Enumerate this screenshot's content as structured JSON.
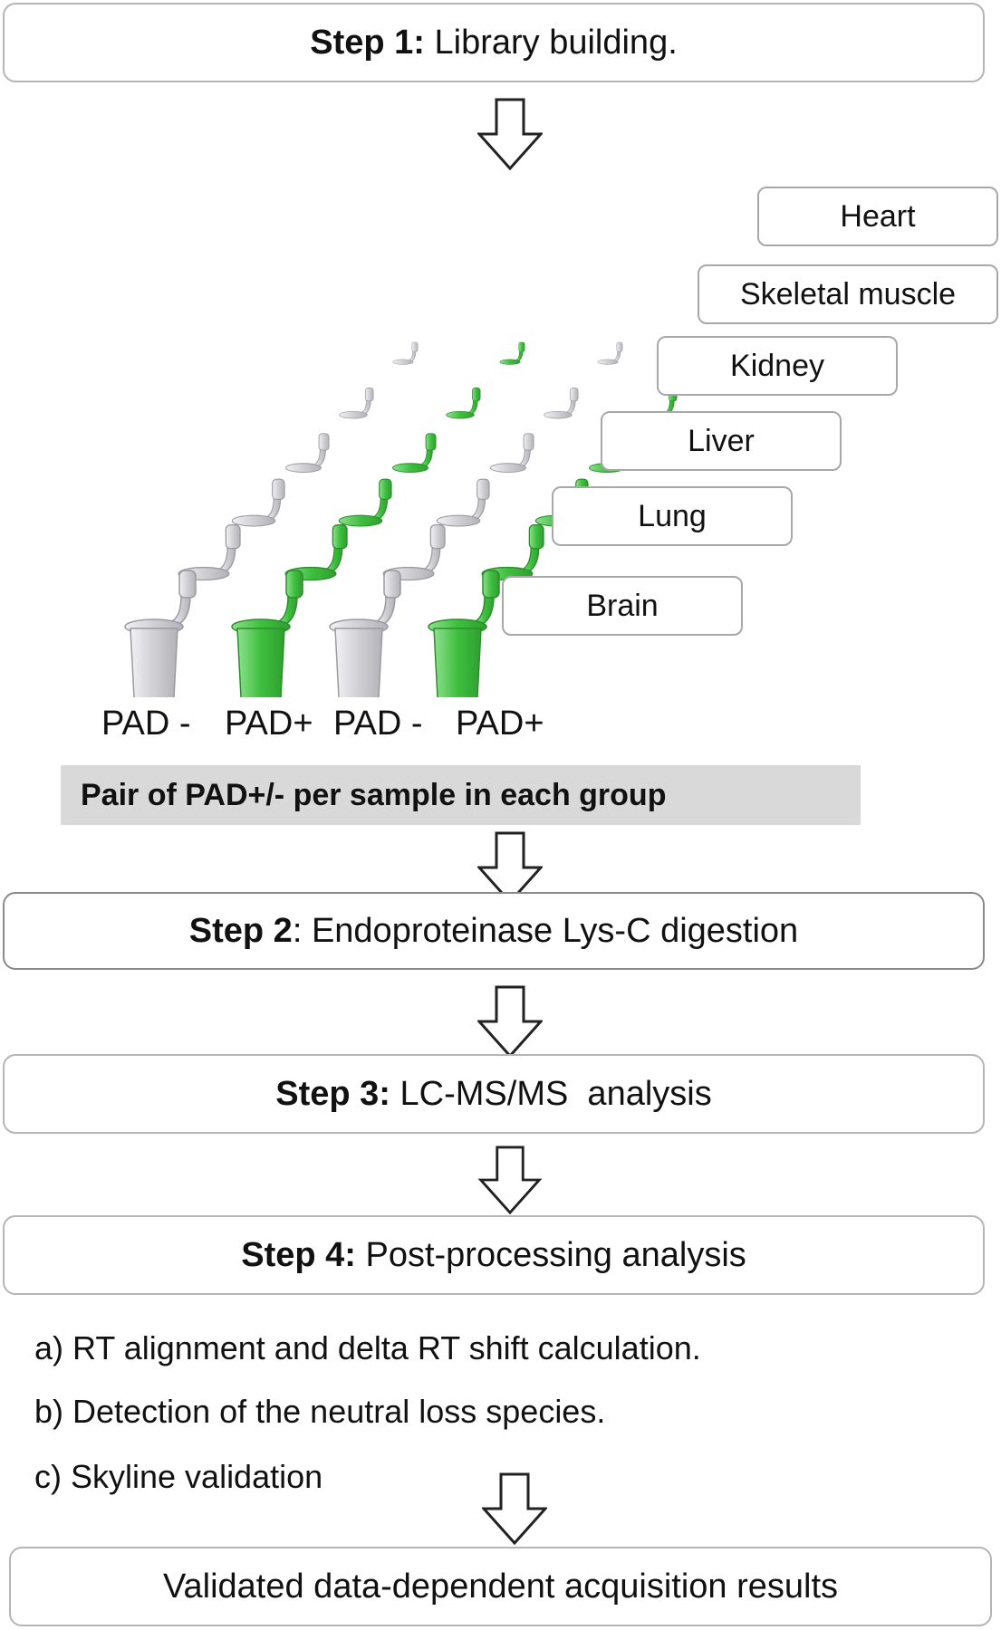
{
  "step1": {
    "bold": "Step 1:",
    "text": " Library building."
  },
  "tissues": [
    "Heart",
    "Skeletal muscle",
    "Kidney",
    "Liver",
    "Lung",
    "Brain"
  ],
  "pad_labels": [
    "PAD -",
    "PAD+",
    "PAD -",
    "PAD+"
  ],
  "band_text": "Pair of PAD+/- per sample in each group",
  "step2": {
    "bold": "Step 2",
    "text": ": Endoproteinase Lys-C digestion"
  },
  "step3": {
    "bold": "Step 3:",
    "text": " LC-MS/MS  analysis"
  },
  "step4": {
    "bold": "Step 4:",
    "text": " Post-processing analysis"
  },
  "substeps": [
    "a) RT alignment and delta RT shift calculation.",
    "b) Detection of the neutral loss species.",
    "c) Skyline validation"
  ],
  "final": "Validated data-dependent acquisition results",
  "colors": {
    "green": "#3fbf3f",
    "grey_tube": "#cfcfd4",
    "box_border": "#b5b5b5",
    "band": "#d9d9d9"
  }
}
